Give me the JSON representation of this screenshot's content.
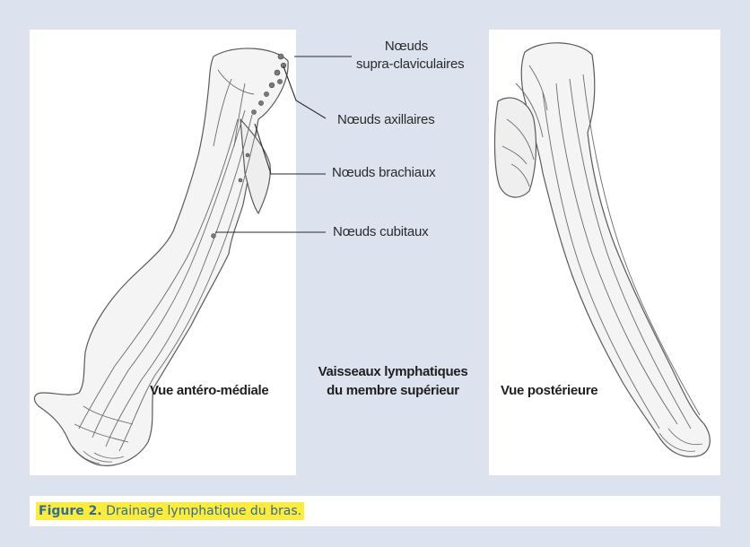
{
  "colors": {
    "background": "#dce3ee",
    "panel": "#ffffff",
    "caption_highlight": "#ffec3a",
    "caption_text": "#2e6e9e",
    "drawing_stroke": "#555555"
  },
  "labels": {
    "supraclav_line1": "Nœuds",
    "supraclav_line2": "supra-claviculaires",
    "axillaires": "Nœuds axillaires",
    "brachiaux": "Nœuds brachiaux",
    "cubitaux": "Nœuds cubitaux"
  },
  "views": {
    "anterior": "Vue antéro-médiale",
    "posterior": "Vue postérieure"
  },
  "center_title": {
    "line1": "Vaisseaux lymphatiques",
    "line2": "du membre supérieur"
  },
  "caption": {
    "number": "Figure 2.",
    "text": " Drainage lymphatique du bras."
  }
}
